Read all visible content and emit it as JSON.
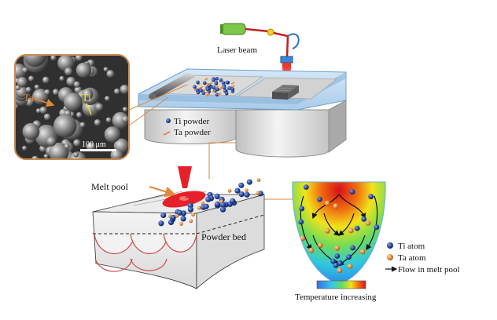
{
  "labels": {
    "laser_beam": "Laser beam",
    "ti_powder": "Ti powder",
    "ta_powder": "Ta powder",
    "melt_pool": "Melt pool",
    "powder_bed": "Powder bed",
    "ti_atom": "Ti atom",
    "ta_atom": "Ta atom",
    "flow": "Flow in melt pool",
    "temperature": "Temperature increasing",
    "sem_ta": "Ta",
    "sem_ti": "Ti",
    "scale_bar": "100 μm"
  },
  "colors": {
    "ti_particle": "#1f3f8f",
    "ta_particle": "#e08a3c",
    "laser": "#e0222a",
    "plate": "#b9d6ee",
    "leader_line": "#d98a3c",
    "sem_frame": "#c98a52"
  },
  "icons": {
    "laser_head": "laser-head-icon",
    "roller": "recoater-roller-icon"
  }
}
